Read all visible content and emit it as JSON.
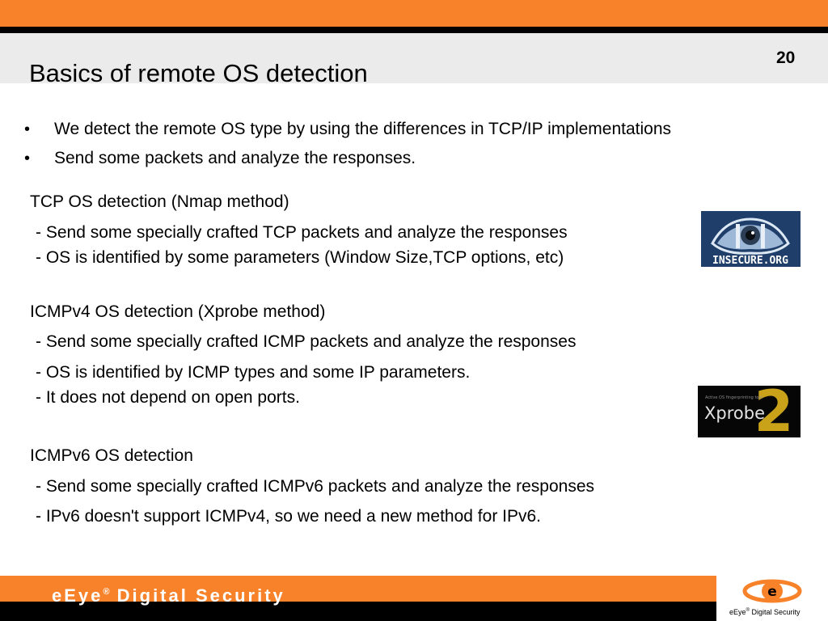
{
  "slide": {
    "title": "Basics of remote OS detection",
    "page_number": "20"
  },
  "bullets": [
    "We detect the remote OS type by using the differences in TCP/IP implementations",
    "Send some packets and analyze the responses."
  ],
  "sections": [
    {
      "heading": "TCP OS detection (Nmap method)",
      "lines": [
        "- Send some specially crafted TCP packets and analyze the responses",
        "- OS is identified by some parameters (Window Size,TCP options, etc)"
      ]
    },
    {
      "heading": "ICMPv4 OS detection (Xprobe method)",
      "lines": [
        "- Send some specially crafted ICMP packets and analyze the responses",
        "- OS is identified by ICMP types and some IP parameters.",
        "- It does not depend on open ports."
      ]
    },
    {
      "heading": "ICMPv6 OS detection",
      "lines": [
        "- Send some specially crafted ICMPv6 packets and analyze the responses",
        "- IPv6 doesn't support ICMPv4, so we need a new method for IPv6."
      ]
    }
  ],
  "logos": {
    "insecure_text": "INSECURE.ORG",
    "xprobe_text": "Xprobe",
    "xprobe_number": "2",
    "xprobe_small_text": "Active OS fingerprinting tool"
  },
  "footer": {
    "brand_name": "eEye",
    "brand_registered": "®",
    "brand_suffix": "Digital Security",
    "logo_letter": "e",
    "tagline_name": "eEye",
    "tagline_registered": "®",
    "tagline_suffix": "Digital Security"
  },
  "colors": {
    "accent_orange": "#f7822a",
    "bar_black": "#000000",
    "title_band_gray": "#ebebeb"
  }
}
